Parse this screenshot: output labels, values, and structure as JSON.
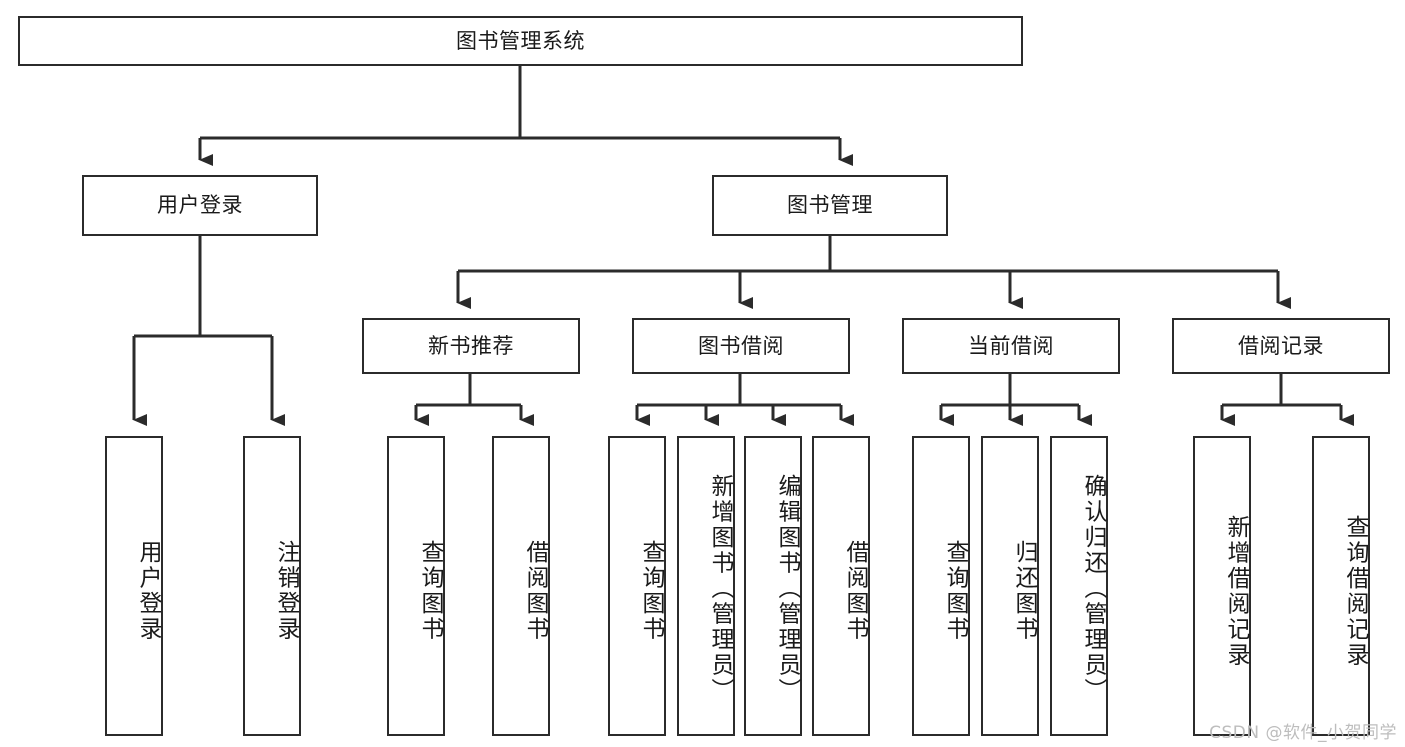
{
  "diagram": {
    "title": "图书管理系统",
    "type": "tree",
    "root": {
      "label": "图书管理系统"
    },
    "level1": [
      {
        "label": "用户登录"
      },
      {
        "label": "图书管理"
      }
    ],
    "level2": [
      {
        "label": "新书推荐"
      },
      {
        "label": "图书借阅"
      },
      {
        "label": "当前借阅"
      },
      {
        "label": "借阅记录"
      }
    ],
    "leaves": {
      "user_login": [
        {
          "label": "用户登录"
        },
        {
          "label": "注销登录"
        }
      ],
      "new_book_recommend": [
        {
          "label": "查询图书"
        },
        {
          "label": "借阅图书"
        }
      ],
      "book_borrow": [
        {
          "label": "查询图书"
        },
        {
          "label": "新增图书（管理员）"
        },
        {
          "label": "编辑图书（管理员）"
        },
        {
          "label": "借阅图书"
        }
      ],
      "current_borrow": [
        {
          "label": "查询图书"
        },
        {
          "label": "归还图书"
        },
        {
          "label": "确认归还（管理员）"
        }
      ],
      "borrow_record": [
        {
          "label": "新增借阅记录"
        },
        {
          "label": "查询借阅记录"
        }
      ]
    }
  },
  "watermark": {
    "text": "CSDN @软件_小贺同学"
  },
  "colors": {
    "stroke": "#2b2b2b",
    "background": "#ffffff",
    "text": "#1a1a1a",
    "watermark": "#bdbdbd"
  }
}
